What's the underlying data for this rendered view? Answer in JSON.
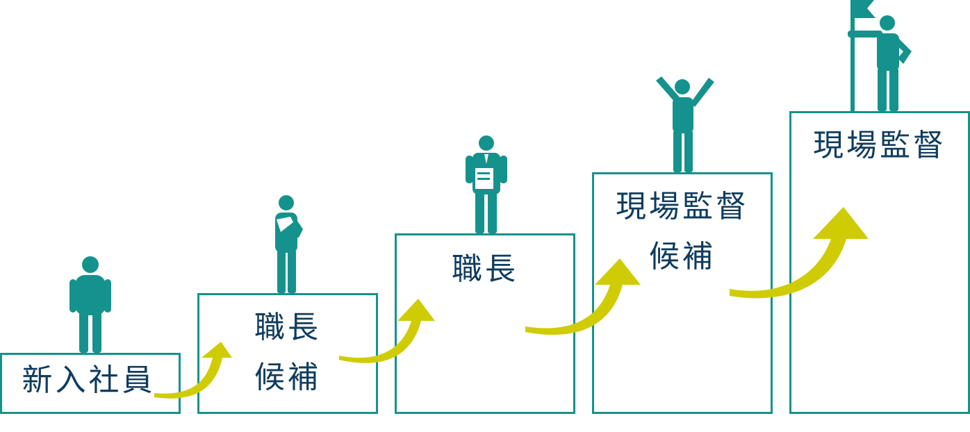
{
  "colors": {
    "box_border": "#15928d",
    "figure": "#15928d",
    "arrow": "#cfcc06",
    "text": "#0f3c5e"
  },
  "steps": [
    {
      "lines": [
        "新入社員"
      ]
    },
    {
      "lines": [
        "職長",
        "候補"
      ]
    },
    {
      "lines": [
        "職長"
      ]
    },
    {
      "lines": [
        "現場監督",
        "候補"
      ]
    },
    {
      "lines": [
        "現場監督"
      ]
    }
  ],
  "figures": [
    "person-standing-icon",
    "person-thinking-icon",
    "person-holding-clipboard-icon",
    "person-arms-raised-icon",
    "person-holding-flag-icon"
  ],
  "arrows": [
    "curved-up-arrow-icon",
    "curved-up-arrow-icon",
    "curved-up-arrow-icon",
    "curved-up-arrow-icon"
  ]
}
